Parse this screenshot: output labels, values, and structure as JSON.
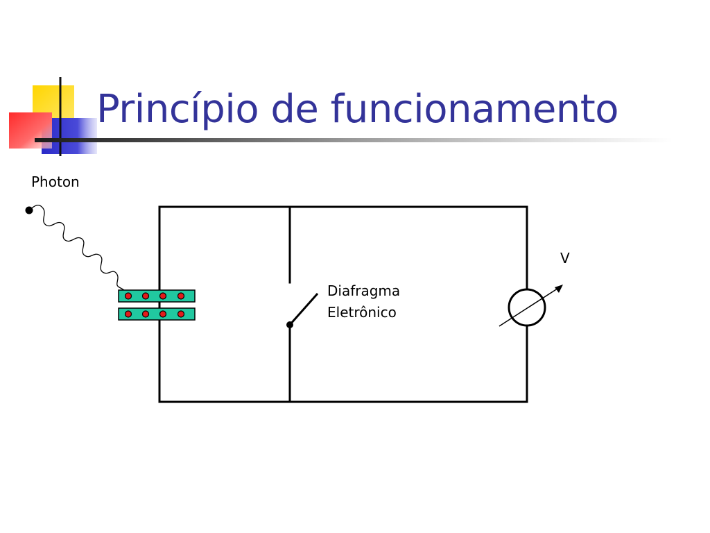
{
  "slide": {
    "title": "Princípio de funcionamento"
  },
  "labels": {
    "photon": "Photon",
    "diaphragm_line1": "Diafragma",
    "diaphragm_line2": "Eletrônico",
    "voltmeter": "V"
  },
  "colors": {
    "title": "#333399",
    "logo_yellow": "#ffd700",
    "logo_red": "#ff3333",
    "logo_blue": "#3333cc",
    "plate_fill": "#21c8a0",
    "electron": "#e31b1b",
    "wire": "#000000"
  },
  "icons": {
    "logo": "colored-squares-logo",
    "photon": "photon-wave-icon",
    "electron": "electron-dot-icon",
    "switch": "switch-icon",
    "voltmeter": "voltmeter-icon"
  }
}
